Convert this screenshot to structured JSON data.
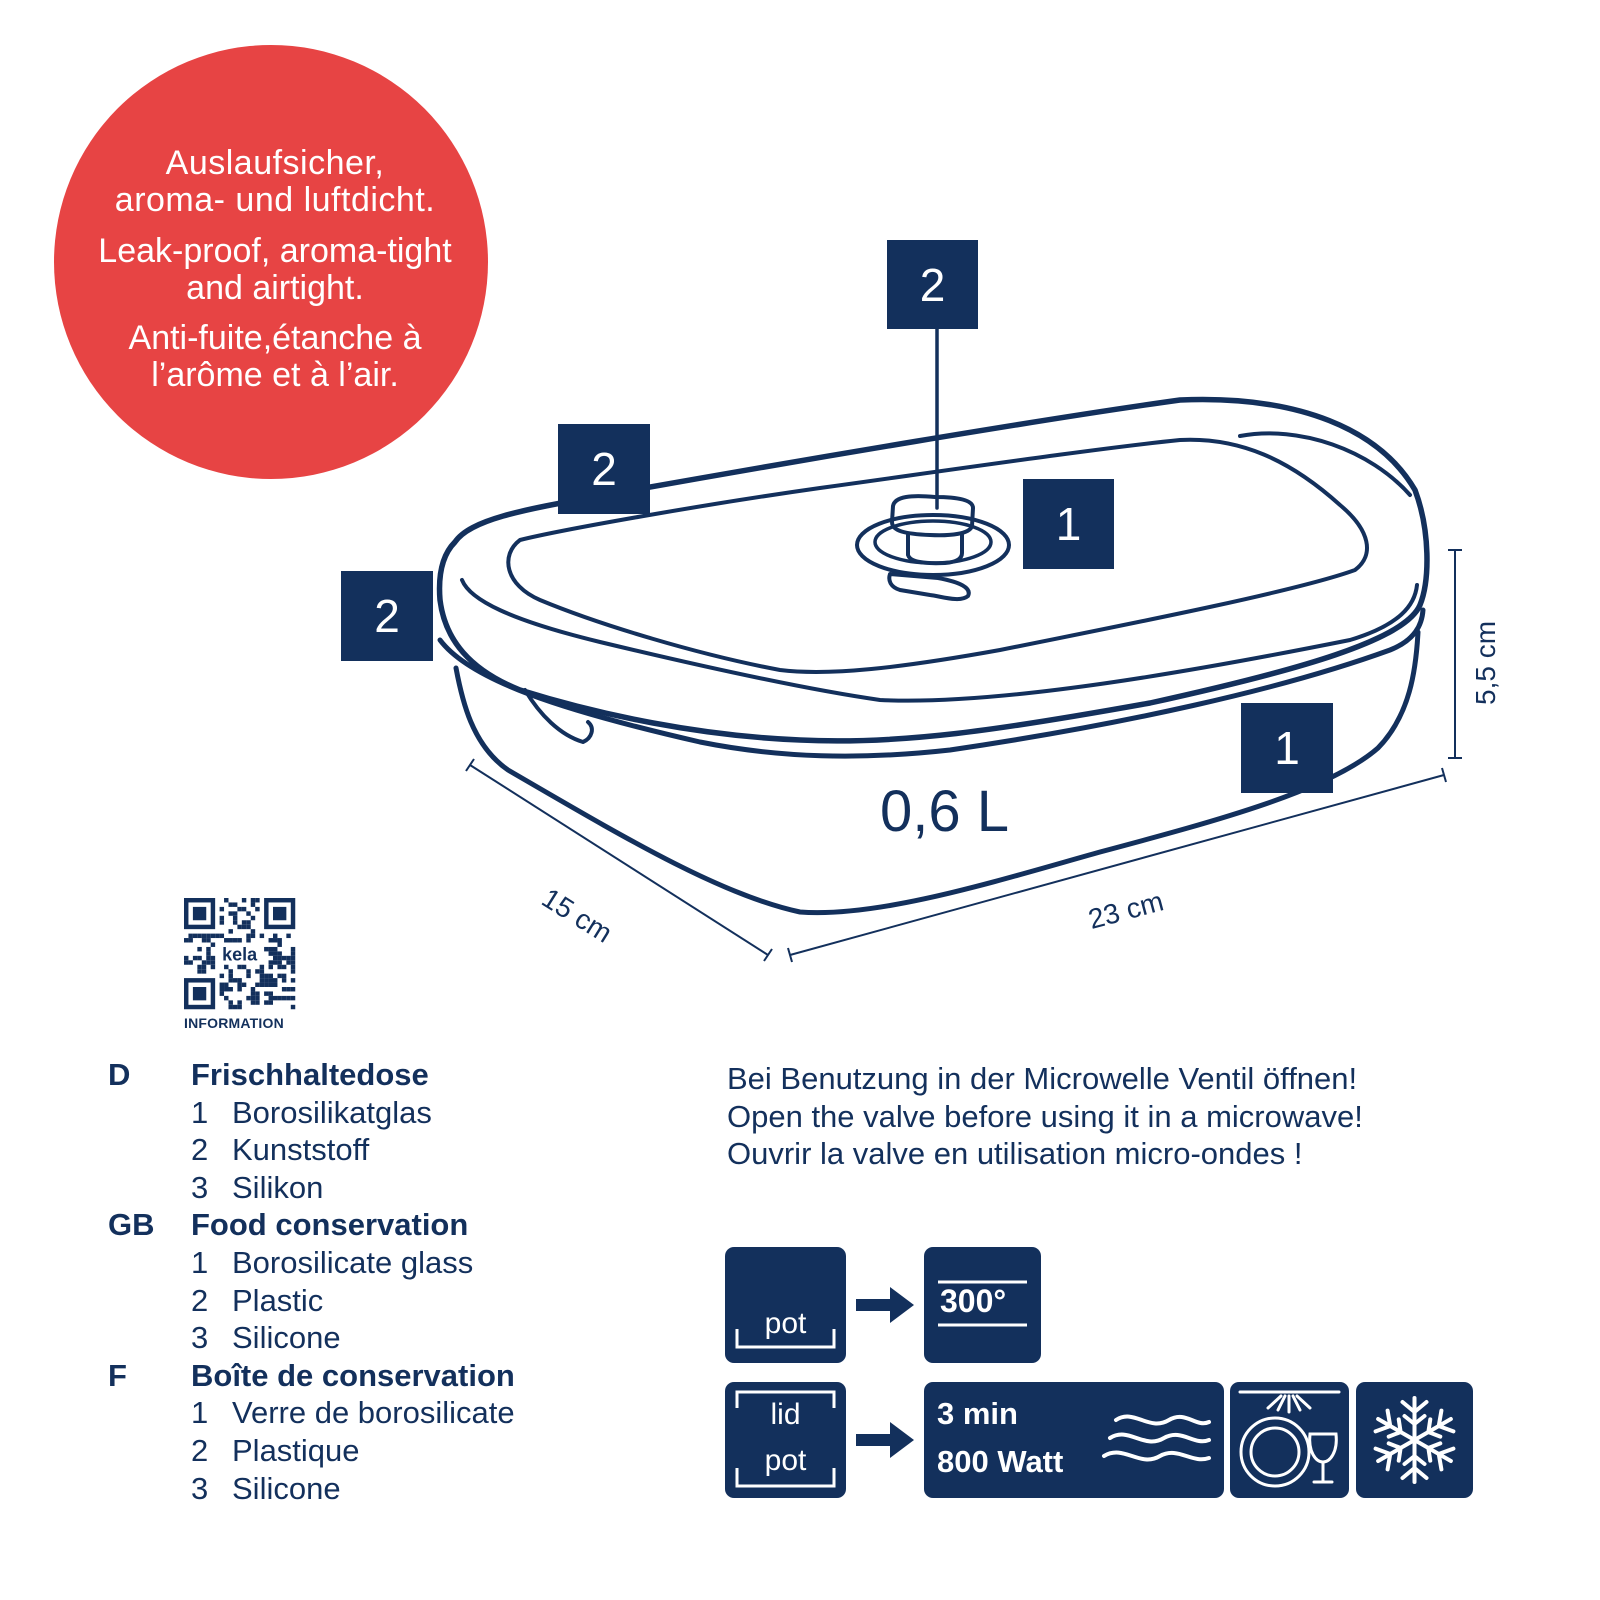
{
  "colors": {
    "navy": "#13305c",
    "red_badge": "#e74444",
    "white": "#ffffff"
  },
  "badge": {
    "de_line1": "Auslaufsicher,",
    "de_line2": "aroma- und luftdicht.",
    "en_line1": "Leak-proof, aroma-tight",
    "en_line2": "and airtight.",
    "fr_line1": "Anti-fuite,étanche à",
    "fr_line2": "l’arôme et à l’air."
  },
  "callouts": {
    "lid_top": "2",
    "lid_edge": "2",
    "lid_side": "2",
    "valve": "1",
    "base": "1"
  },
  "dimensions": {
    "depth": "15 cm",
    "length": "23 cm",
    "height": "5,5 cm"
  },
  "volume": "0,6 L",
  "qr": {
    "logo": "kela",
    "caption": "INFORMATION"
  },
  "legend": [
    {
      "code": "D",
      "title": "Frischhaltedose",
      "items": [
        {
          "num": "1",
          "label": "Borosilikatglas"
        },
        {
          "num": "2",
          "label": "Kunststoff"
        },
        {
          "num": "3",
          "label": "Silikon"
        }
      ]
    },
    {
      "code": "GB",
      "title": "Food conservation",
      "items": [
        {
          "num": "1",
          "label": "Borosilicate glass"
        },
        {
          "num": "2",
          "label": "Plastic"
        },
        {
          "num": "3",
          "label": "Silicone"
        }
      ]
    },
    {
      "code": "F",
      "title": "Boîte de conservation",
      "items": [
        {
          "num": "1",
          "label": "Verre de borosilicate"
        },
        {
          "num": "2",
          "label": "Plastique"
        },
        {
          "num": "3",
          "label": "Silicone"
        }
      ]
    }
  ],
  "note": {
    "de": "Bei Benutzung in der Microwelle Ventil öffnen!",
    "en": "Open the valve before using it in a microwave!",
    "fr": "Ouvrir la valve en utilisation  micro-ondes !"
  },
  "icons": {
    "oven_pot_label": "pot",
    "oven_temp": "300°",
    "mw_lid_label": "lid",
    "mw_pot_label": "pot",
    "mw_time": "3 min",
    "mw_power": "800 Watt",
    "dishwasher": "dishwasher-icon",
    "freezer": "snowflake-icon"
  }
}
